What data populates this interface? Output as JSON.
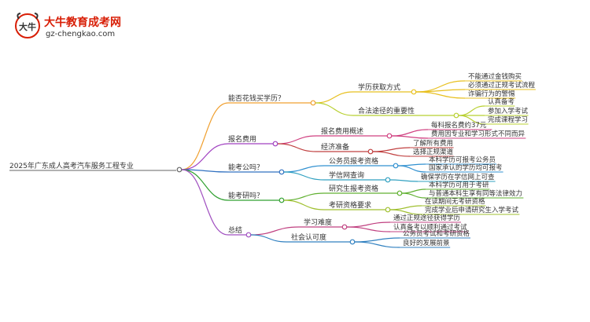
{
  "brand": {
    "title": "大牛教育成考网",
    "url": "gz-chengkao.com",
    "mark_text": "大牛",
    "accent": "#d81e06"
  },
  "mindmap": {
    "root": "2025年广东成人高考汽车服务工程专业",
    "branches": [
      {
        "label": "能否花钱买学历？",
        "color": "#f0a030",
        "children": [
          {
            "label": "学历获取方式",
            "color": "#e8c020",
            "items": [
              "不能通过金钱购买",
              "必须通过正规考试流程",
              "诈骗行为的警惕"
            ]
          },
          {
            "label": "合法途径的重要性",
            "color": "#b8d030",
            "items": [
              "认真备考",
              "参加入学考试",
              "完成课程学习"
            ]
          }
        ]
      },
      {
        "label": "报名费用",
        "color": "#a040c0",
        "children": [
          {
            "label": "报名费用概述",
            "color": "#d04080",
            "items": [
              "每科报名费约37元",
              "费用因专业和学习形式不同而异"
            ]
          },
          {
            "label": "经济准备",
            "color": "#c04040",
            "items": [
              "了解所有费用",
              "选择正规渠道"
            ]
          }
        ]
      },
      {
        "label": "能考公吗？",
        "color": "#3070c0",
        "children": [
          {
            "label": "公务员报考资格",
            "color": "#3090d0",
            "items": [
              "本科学历可报考公务员",
              "国家承认的学历均可报考"
            ]
          },
          {
            "label": "学信网查询",
            "color": "#30a0c0",
            "items": [
              "确保学历在学信网上可查"
            ]
          }
        ]
      },
      {
        "label": "能考研吗？",
        "color": "#30a030",
        "children": [
          {
            "label": "研究生报考资格",
            "color": "#60b030",
            "items": [
              "本科学历可用于考研",
              "与普通本科生享有同等法律效力"
            ]
          },
          {
            "label": "考研资格要求",
            "color": "#a0c030",
            "items": [
              "在读期间无考研资格",
              "完成学业后申请研究生入学考试"
            ]
          }
        ]
      },
      {
        "label": "总结",
        "color": "#a050c0",
        "children": [
          {
            "label": "学习难度",
            "color": "#c04080",
            "items": [
              "通过正规途径获得学历",
              "认真备考以顺利通过考试"
            ]
          },
          {
            "label": "社会认可度",
            "color": "#3080c0",
            "items": [
              "公务员考试和考研资格",
              "良好的发展前景"
            ]
          }
        ]
      }
    ]
  }
}
